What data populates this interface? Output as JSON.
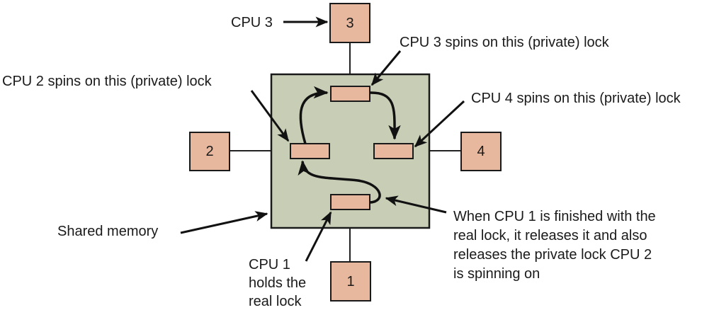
{
  "diagram": {
    "type": "multiprocessor-lock-queue",
    "colors": {
      "shared_memory_fill": "#c8cdb6",
      "cpu_fill": "#e8b89e",
      "lock_fill": "#e8b89e",
      "stroke": "#1a1a1a"
    },
    "cpus": [
      {
        "id": "cpu-1",
        "label": "1"
      },
      {
        "id": "cpu-2",
        "label": "2"
      },
      {
        "id": "cpu-3",
        "label": "3"
      },
      {
        "id": "cpu-4",
        "label": "4"
      }
    ],
    "shared_memory": {
      "label": "Shared memory"
    },
    "locks": [
      {
        "id": "lock-real",
        "owner": "CPU 1"
      },
      {
        "id": "lock-cpu2",
        "owner": "CPU 2"
      },
      {
        "id": "lock-cpu3",
        "owner": "CPU 3"
      },
      {
        "id": "lock-cpu4",
        "owner": "CPU 4"
      }
    ],
    "annotations": {
      "cpu3_label": "CPU 3",
      "cpu3_spins": "CPU 3 spins on this (private) lock",
      "cpu2_spins": "CPU 2 spins on this (private) lock",
      "cpu4_spins": "CPU 4 spins on this (private) lock",
      "shared_memory": "Shared memory",
      "cpu1_holds": [
        "CPU 1",
        "holds the",
        "real lock"
      ],
      "release_note": [
        "When CPU 1 is finished with the",
        "real lock, it releases it and also",
        "releases the private lock CPU 2",
        "is spinning on"
      ]
    }
  }
}
